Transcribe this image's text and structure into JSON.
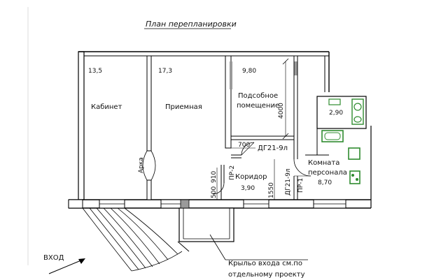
{
  "title": "План перепланировки",
  "rooms": {
    "kabinet": {
      "area": "13,5",
      "name": "Кабинет"
    },
    "priemnaya": {
      "area": "17,3",
      "name": "Приемная"
    },
    "podsobnoe": {
      "area": "9,80",
      "name_line1": "Подсобное",
      "name_line2": "помещение"
    },
    "bathroom": {
      "area": "2,90"
    },
    "personal": {
      "name_line1": "Комната",
      "name_line2": "персонала",
      "area": "8,70"
    },
    "koridor": {
      "name": "Коридор",
      "area": "3,90"
    }
  },
  "labels": {
    "arka": "Арка",
    "dim_4000": "4000",
    "dim_700": "700",
    "dim_910": "910",
    "dim_500": "500",
    "dim_1550": "1550",
    "door_dg_top": "ДГ21-9л",
    "door_dg_vert": "ДГ21-9л",
    "door_pr2": "ПР-2",
    "door_pr1": "ПР-1",
    "entrance": "ВХОД",
    "note_line1": "Крыльо входа см.по",
    "note_line2": "отдельному проекту"
  },
  "colors": {
    "accent": "#2e8b2e",
    "ink": "#111111",
    "hatch": "#888888"
  }
}
